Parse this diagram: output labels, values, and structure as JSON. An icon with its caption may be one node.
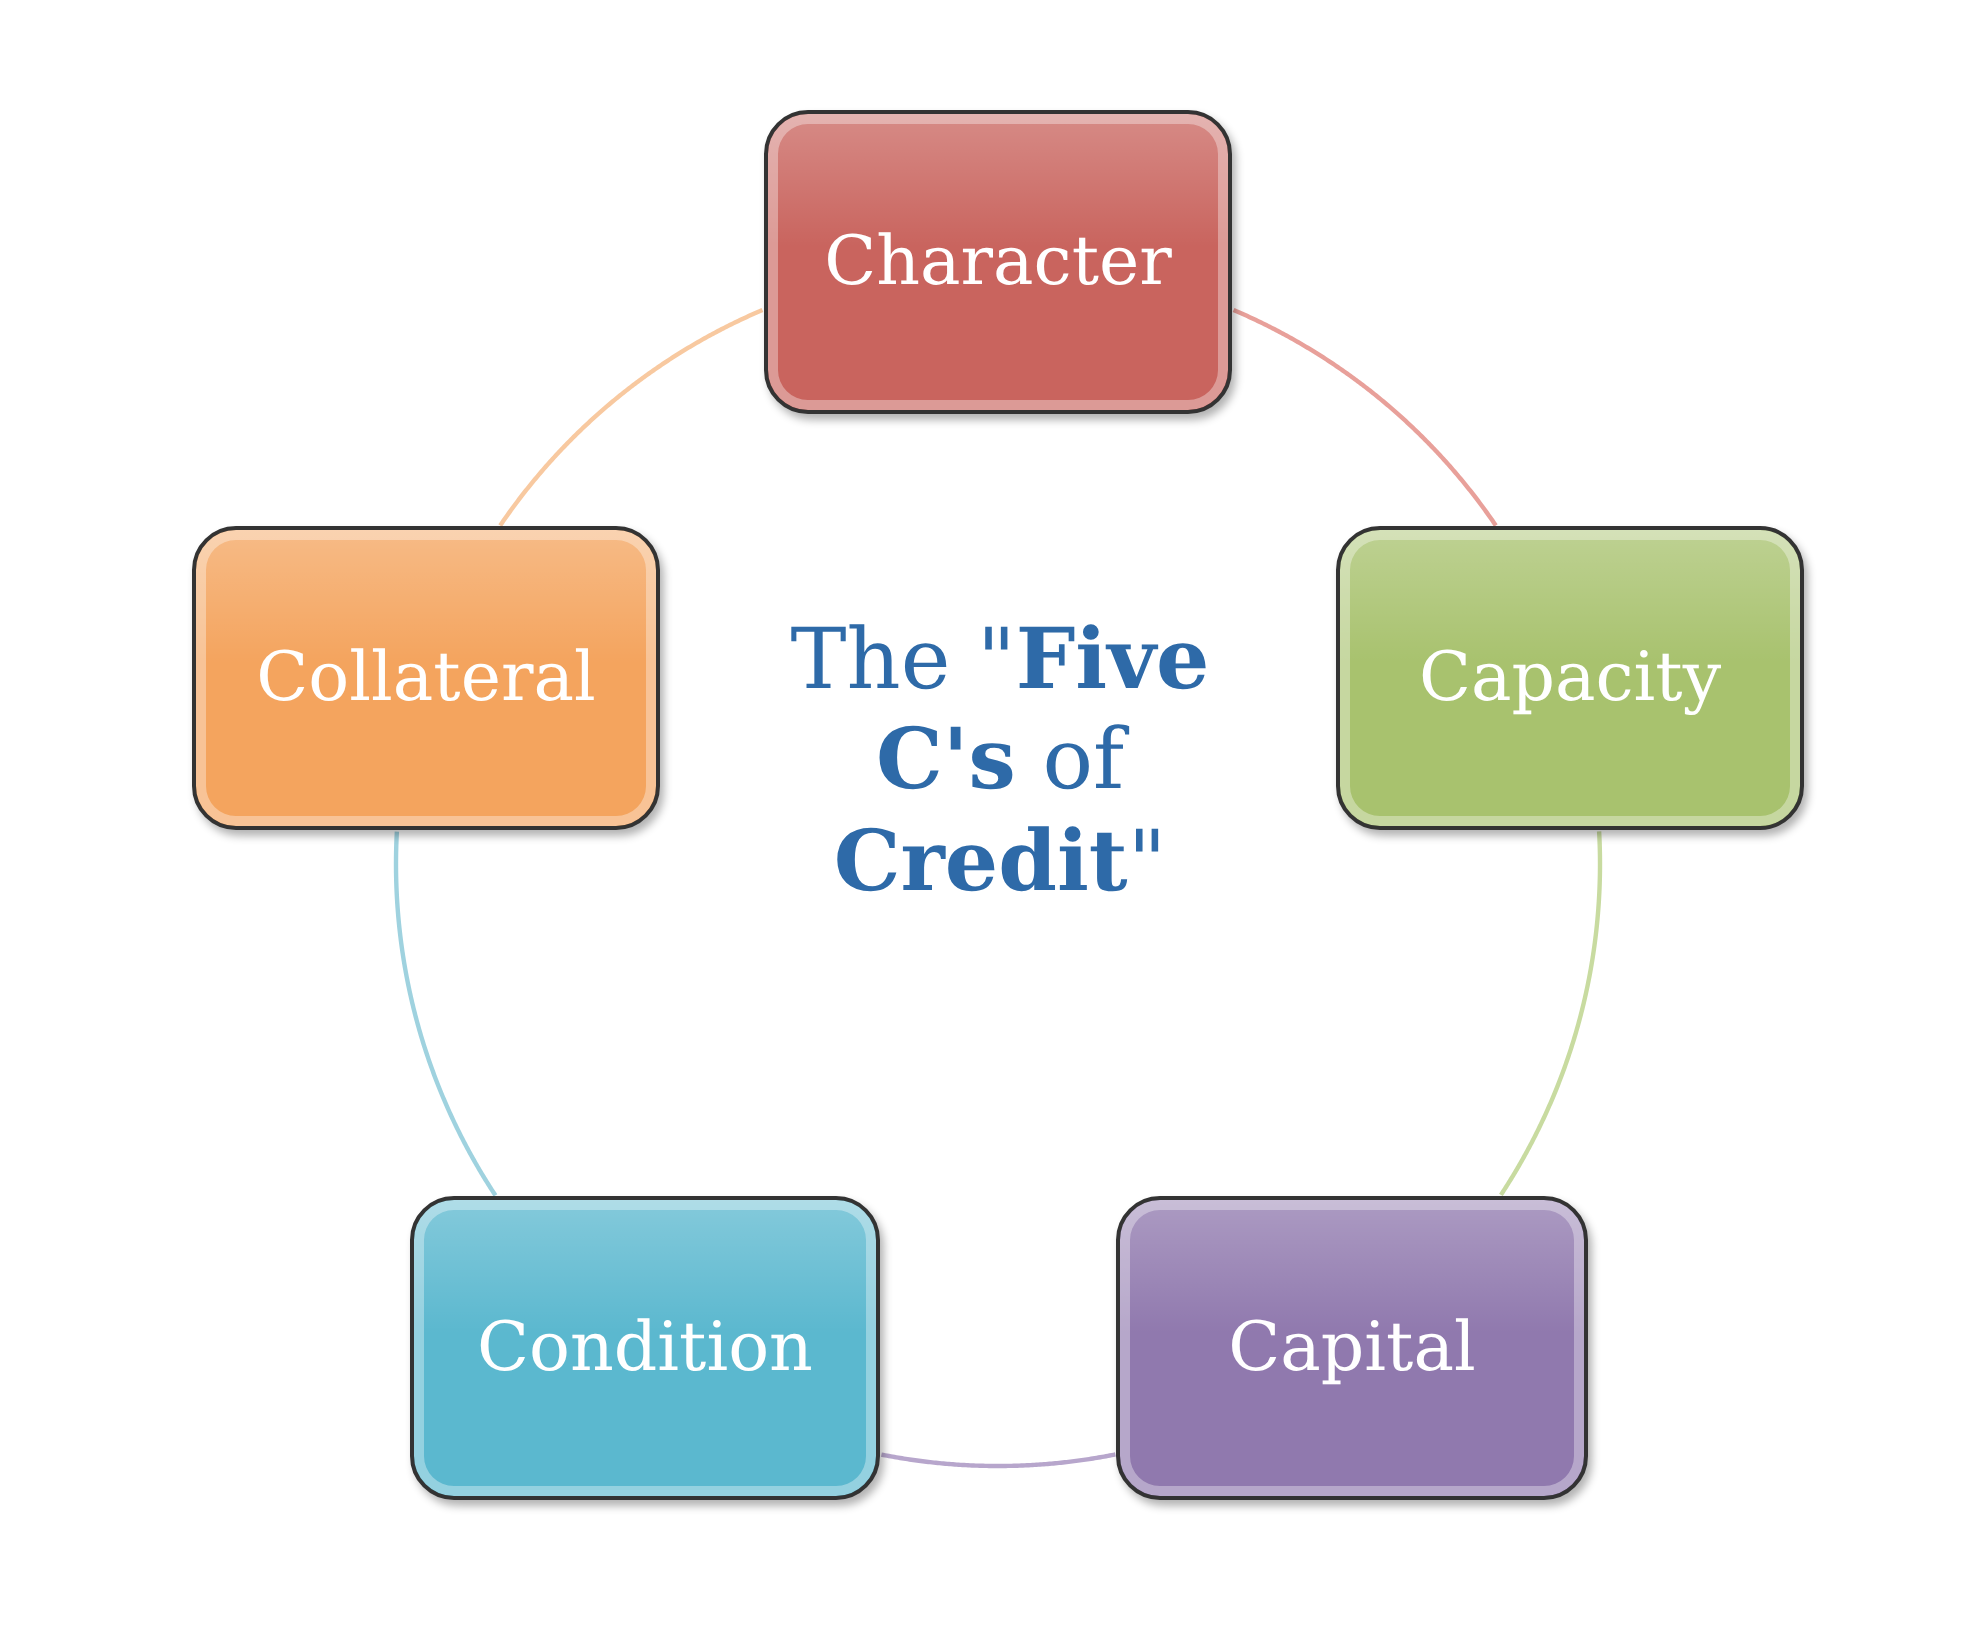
{
  "diagram": {
    "nodes": [
      {
        "text": [
          "Character"
        ]
      },
      {
        "text": [
          "Capacity"
        ]
      },
      {
        "text": [
          "Capital"
        ]
      },
      {
        "text": [
          "Condition"
        ]
      },
      {
        "text": [
          "Collateral"
        ]
      }
    ],
    "edges": [
      {
        "from": 0,
        "to": 1,
        "arrow": "none",
        "color": "#e8a09a"
      },
      {
        "from": 1,
        "to": 2,
        "arrow": "none",
        "color": "#c8dba0"
      },
      {
        "from": 2,
        "to": 3,
        "arrow": "none",
        "color": "#b7a6cc"
      },
      {
        "from": 3,
        "to": 4,
        "arrow": "none",
        "color": "#9fd2df"
      },
      {
        "from": 4,
        "to": 0,
        "arrow": "none",
        "color": "#f8c9a0"
      }
    ],
    "labels": [
      "The \"**Five C's** of **Credit**\""
    ]
  }
}
